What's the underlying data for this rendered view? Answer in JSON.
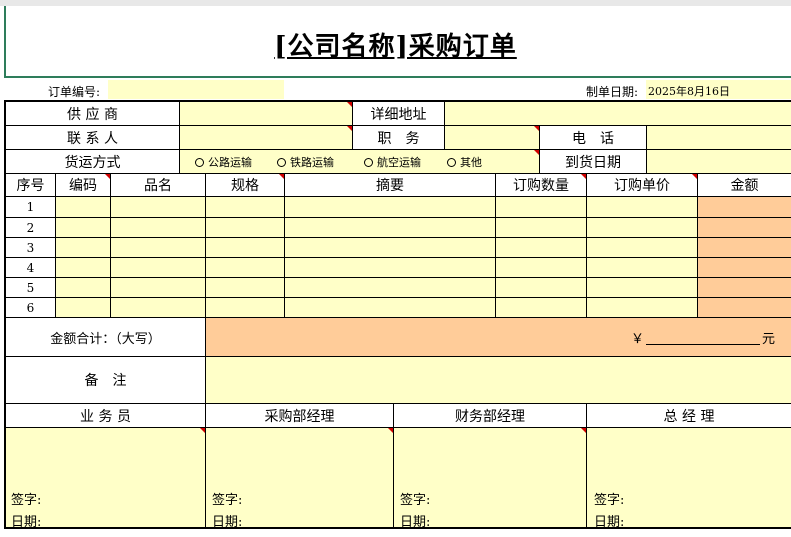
{
  "title": "[公司名称]采购订单",
  "order_no_label": "订单编号:",
  "date_label": "制单日期:",
  "date_value": "2025年8月16日",
  "supplier_label": "供 应 商",
  "address_label": "详细地址",
  "contact_label": "联 系 人",
  "position_label": "职　务",
  "phone_label": "电　话",
  "shipping_label": "货运方式",
  "shipping_options": [
    "公路运输",
    "铁路运输",
    "航空运输",
    "其他"
  ],
  "arrival_label": "到货日期",
  "columns": [
    "序号",
    "编码",
    "品名",
    "规格",
    "摘要",
    "订购数量",
    "订购单价",
    "金额"
  ],
  "rows": [
    "1",
    "2",
    "3",
    "4",
    "5",
    "6"
  ],
  "total_label": "金额合计：（大写）",
  "currency_symbol": "￥",
  "currency_unit": "元",
  "remark_label": "备　注",
  "signers": [
    "业 务 员",
    "采购部经理",
    "财务部经理",
    "总 经 理"
  ],
  "sign_label": "签字:",
  "sign_date_label": "日期:",
  "colors": {
    "fill_yellow": "#ffffc8",
    "fill_peach": "#ffcc99",
    "marker_red": "#d00000",
    "frame_green": "#2e7d5b"
  }
}
